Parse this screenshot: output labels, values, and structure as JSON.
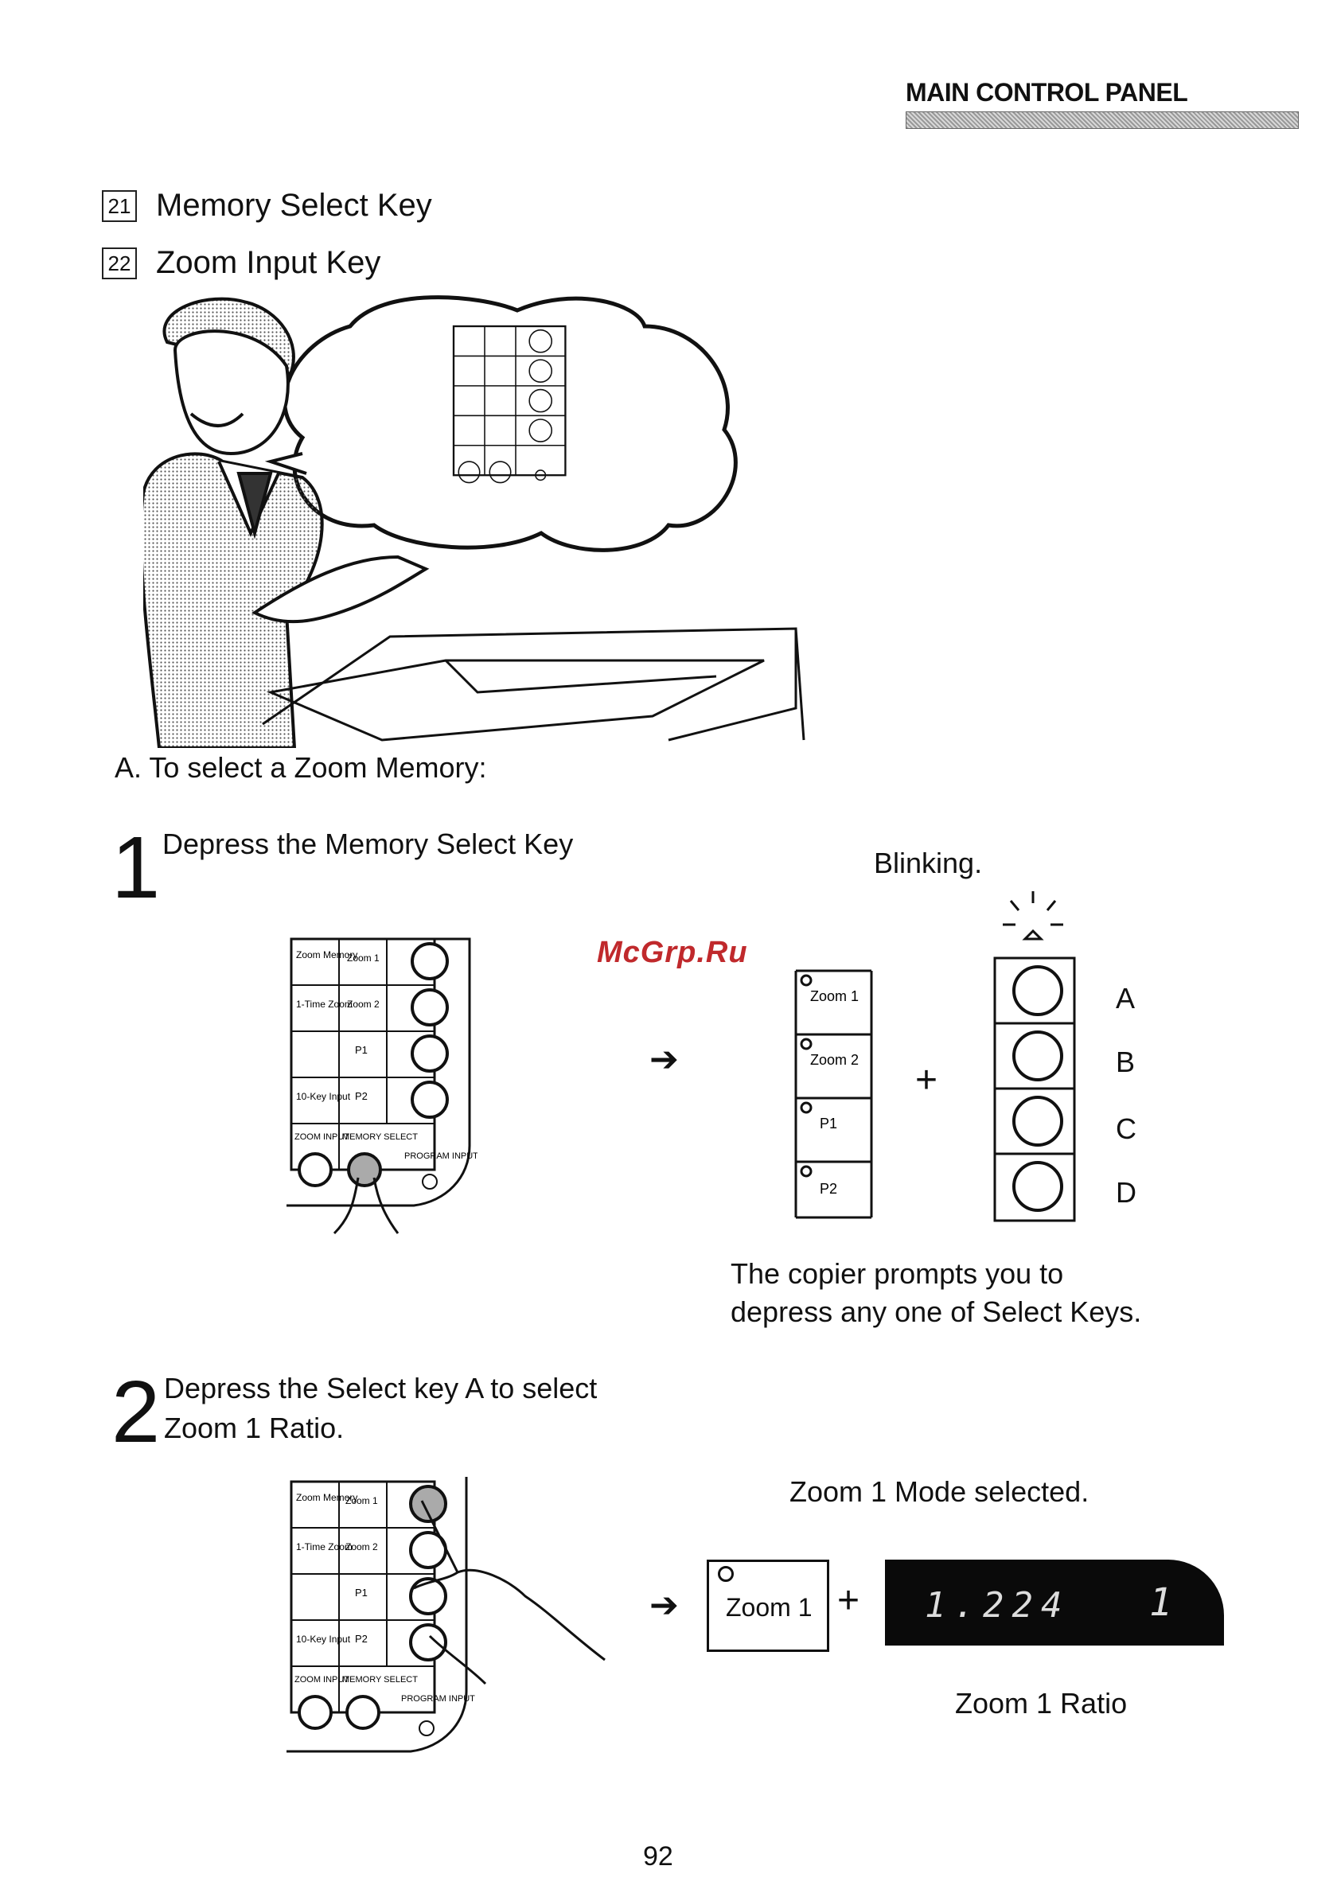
{
  "header": {
    "title": "MAIN CONTROL PANEL"
  },
  "keys": [
    {
      "num": "21",
      "label": "Memory Select Key"
    },
    {
      "num": "22",
      "label": "Zoom Input Key"
    }
  ],
  "section_a": "A.  To select a Zoom Memory:",
  "step1": {
    "num": "1",
    "text": "Depress the Memory Select Key"
  },
  "blinking": "Blinking.",
  "watermark": "McGrp.Ru",
  "select_letters": [
    "A",
    "B",
    "C",
    "D"
  ],
  "prompt_line1": "The copier prompts you to",
  "prompt_line2": "depress any one of Select Keys.",
  "step2": {
    "num": "2",
    "line1": "Depress the Select key A to select",
    "line2": "Zoom 1 Ratio."
  },
  "mode_selected": "Zoom 1 Mode selected.",
  "zoom_indicator": "Zoom 1",
  "lcd": {
    "value": "1.224",
    "right": "1"
  },
  "zoom_ratio_caption": "Zoom 1 Ratio",
  "panel": {
    "zoom_memory": "Zoom Memory",
    "zoom1": "Zoom 1",
    "one_time_zoom": "1-Time Zoom",
    "zoom2": "Zoom 2",
    "p1": "P1",
    "tenkey_input": "10-Key Input",
    "p2": "P2",
    "zoom_input": "ZOOM INPUT",
    "memory_select": "MEMORY SELECT",
    "program_input": "PROGRAM INPUT"
  },
  "plus": "+",
  "page_number": "92"
}
